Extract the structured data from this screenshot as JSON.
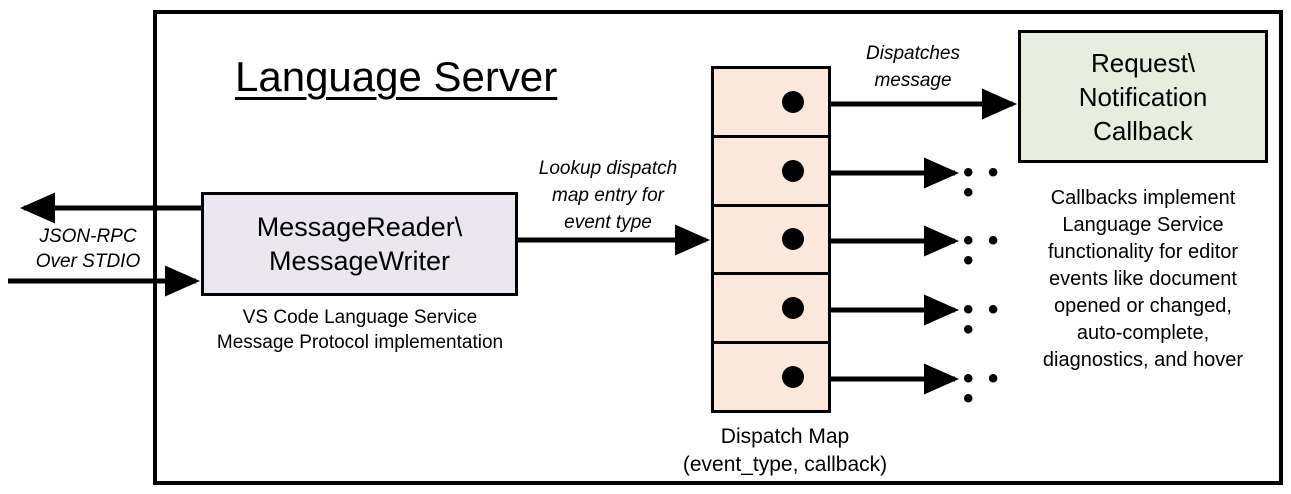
{
  "diagram": {
    "title": "Language Server",
    "outer_border_color": "#000000",
    "background": "#ffffff"
  },
  "io": {
    "protocol_label_line1": "JSON-RPC",
    "protocol_label_line2": "Over STDIO",
    "outbound_arrow": "arrow-left",
    "inbound_arrow": "arrow-right"
  },
  "reader": {
    "line1": "MessageReader\\",
    "line2": "MessageWriter",
    "fill": "#eae7f0",
    "caption_line1": "VS Code Language Service",
    "caption_line2": "Message Protocol implementation"
  },
  "lookup": {
    "line1": "Lookup dispatch",
    "line2": "map entry for",
    "line3": "event type"
  },
  "dispatch_map": {
    "fill": "#fae8dc",
    "caption_line1": "Dispatch Map",
    "caption_line2": "(event_type, callback)",
    "rows": [
      {
        "id": "row-1",
        "dot": "callback-dot"
      },
      {
        "id": "row-2",
        "dot": "callback-dot"
      },
      {
        "id": "row-3",
        "dot": "callback-dot"
      },
      {
        "id": "row-4",
        "dot": "callback-dot"
      },
      {
        "id": "row-5",
        "dot": "callback-dot"
      }
    ]
  },
  "dispatch_message": {
    "line1": "Dispatches",
    "line2": "message"
  },
  "callback": {
    "line1": "Request\\",
    "line2": "Notification",
    "line3": "Callback",
    "fill": "#e7eedd",
    "caption_line1": "Callbacks implement",
    "caption_line2": "Language Service",
    "caption_line3": "functionality for editor",
    "caption_line4": "events like document",
    "caption_line5": "opened or changed,",
    "caption_line6": "auto-complete,",
    "caption_line7": "diagnostics, and hover"
  },
  "ellipses": {
    "mark": "• • •",
    "items": [
      "e1",
      "e2",
      "e3",
      "e4"
    ]
  }
}
